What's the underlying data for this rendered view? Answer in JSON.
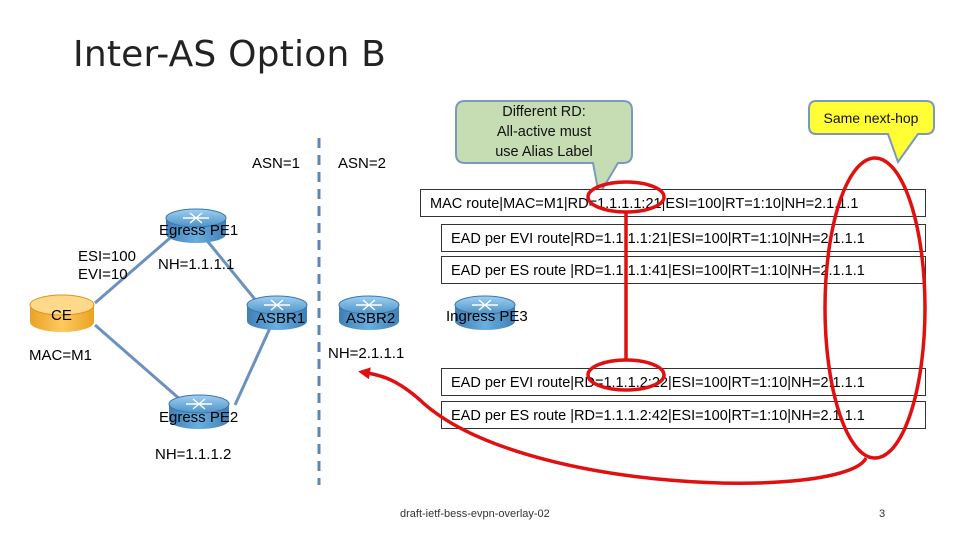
{
  "title": "Inter-AS Option B",
  "asn": {
    "left": "ASN=1",
    "right": "ASN=2"
  },
  "callouts": {
    "rd": [
      "Different RD:",
      "All-active must",
      "use Alias Label"
    ],
    "nexthop": "Same next-hop"
  },
  "routes": [
    "MAC route|MAC=M1|RD=1.1.1.1:21|ESI=100|RT=1:10|NH=2.1.1.1",
    "EAD per EVI route|RD=1.1.1.1:21|ESI=100|RT=1:10|NH=2.1.1.1",
    "EAD per ES route  |RD=1.1.1.1:41|ESI=100|RT=1:10|NH=2.1.1.1",
    "EAD per EVI route|RD=1.1.1.2:22|ESI=100|RT=1:10|NH=2.1.1.1",
    "EAD per ES route  |RD=1.1.1.2:42|ESI=100|RT=1:10|NH=2.1.1.1"
  ],
  "nodes": {
    "ce": "CE",
    "egress_pe1": "Egress PE1",
    "egress_pe2": "Egress PE2",
    "asbr1": "ASBR1",
    "asbr2": "ASBR2",
    "ingress_pe3": "Ingress PE3"
  },
  "labels": {
    "esi": "ESI=100",
    "evi": "EVI=10",
    "mac": "MAC=M1",
    "nh_pe1": "NH=1.1.1.1",
    "nh_pe2": "NH=1.1.1.2",
    "nh_asbr2": "NH=2.1.1.1"
  },
  "footer": {
    "draft": "draft-ietf-bess-evpn-overlay-02",
    "page": "3"
  },
  "colors": {
    "callout_fill": "#c6ddb4",
    "callout_border": "#7a98c0",
    "highlight": "#e01010",
    "link": "#5b86b8",
    "router": "#4f93c9",
    "ce": "#ffbe4a"
  }
}
